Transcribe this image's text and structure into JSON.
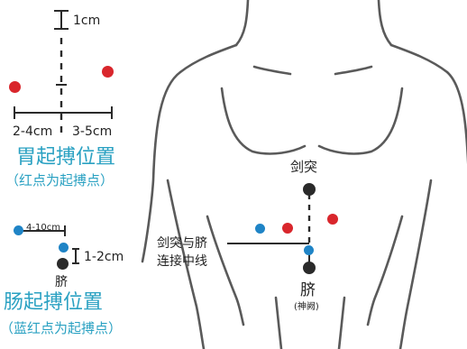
{
  "colors": {
    "accent": "#2aa1c2",
    "red": "#d9262c",
    "blue": "#1f84c6",
    "black": "#2a2a2a",
    "outline": "#5a5a5a"
  },
  "stomach": {
    "top_gap": "1cm",
    "left_range": "2-4cm",
    "right_range": "3-5cm",
    "title": "胃起搏位置",
    "subtitle": "（红点为起搏点）"
  },
  "intestine": {
    "small_range": "4-10cm",
    "gap": "1-2cm",
    "navel": "脐",
    "title": "肠起搏位置",
    "subtitle": "（蓝红点为起搏点）"
  },
  "body": {
    "xiphoid": "剑突",
    "midline_line1": "剑突与脐",
    "midline_line2": "连接中线",
    "navel": "脐",
    "navel_alias": "(神阙)"
  }
}
